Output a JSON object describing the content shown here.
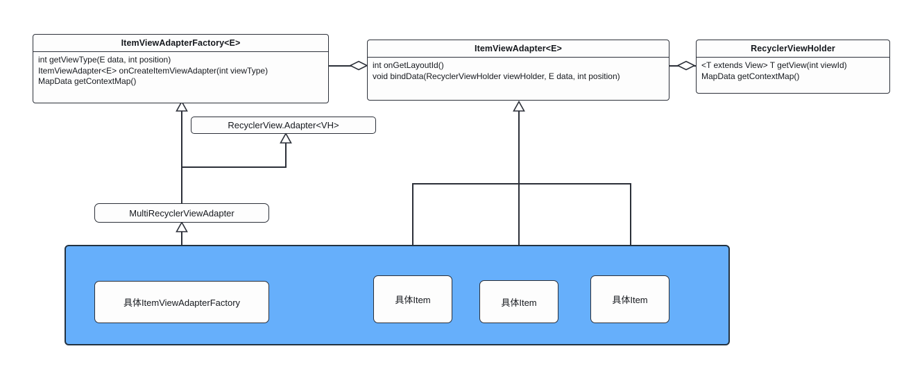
{
  "diagram": {
    "title": "ItemViewAdapter UML class diagram",
    "background_color": "#ffffff",
    "line_color": "#2b2f38",
    "group_panel_color": "#66AFFB"
  },
  "classes": {
    "factory": {
      "name": "ItemViewAdapterFactory<E>",
      "members": [
        "int getViewType(E data, int position)",
        "ItemViewAdapter<E> onCreateItemViewAdapter(int viewType)",
        "MapData getContextMap()"
      ]
    },
    "adapter": {
      "name": "ItemViewAdapter<E>",
      "members": [
        "int onGetLayoutId()",
        "void bindData(RecyclerViewHolder viewHolder, E data, int position)"
      ]
    },
    "viewholder": {
      "name": "RecyclerViewHolder",
      "members": [
        "<T extends View> T getView(int viewId)",
        "MapData getContextMap()"
      ]
    }
  },
  "plain_boxes": {
    "recyclerview_adapter": "RecyclerView.Adapter<VH>",
    "multi_recyclerview_adapter": "MultiRecyclerViewAdapter"
  },
  "group": {
    "concrete_factory": "具体ItemViewAdapterFactory",
    "concrete_items": [
      "具体Item",
      "具体Item",
      "具体Item"
    ]
  },
  "relations": [
    {
      "type": "aggregation",
      "from": "ItemViewAdapterFactory<E>",
      "to": "ItemViewAdapter<E>"
    },
    {
      "type": "aggregation",
      "from": "ItemViewAdapter<E>",
      "to": "RecyclerViewHolder"
    },
    {
      "type": "generalization",
      "from": "MultiRecyclerViewAdapter",
      "to": "ItemViewAdapterFactory<E>"
    },
    {
      "type": "generalization",
      "from": "MultiRecyclerViewAdapter",
      "to": "RecyclerView.Adapter<VH>"
    },
    {
      "type": "generalization",
      "from": "具体ItemViewAdapterFactory",
      "to": "MultiRecyclerViewAdapter"
    },
    {
      "type": "generalization",
      "from": "具体Item",
      "to": "ItemViewAdapter<E>"
    }
  ]
}
